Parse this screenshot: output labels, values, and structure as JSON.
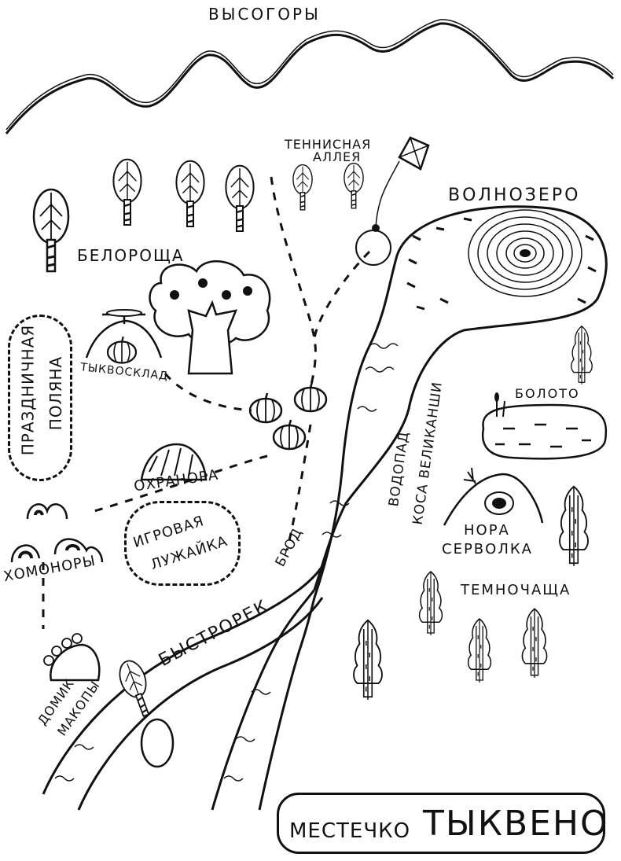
{
  "map": {
    "title_prefix": "МЕСТЕЧКО",
    "title_main": "ТЫКВЕНО",
    "labels": {
      "mountains": "ВЫСОГОРЫ",
      "tennis_line1": "ТЕННИСНАЯ",
      "tennis_line2": "АЛЛЕЯ",
      "wave_lake": "ВОЛНОЗЕРО",
      "birch_grove": "БЕЛОРОЩА",
      "festive_line1": "ПРАЗДНИЧНАЯ",
      "festive_line2": "ПОЛЯНА",
      "pumpkin_store": "ТЫКВОСКЛАД",
      "swamp": "БОЛОТО",
      "waterfall": "ВОДОПАД",
      "giants_braid": "КОСА ВЕЛИКАНШИ",
      "guard_burrow": "ОХРАНОРА",
      "playground_line1": "ИГРОВАЯ",
      "playground_line2": "ЛУЖАЙКА",
      "hamster_burrows": "ХОМОНОРЫ",
      "serval_line1": "НОРА",
      "serval_line2": "СЕРВОЛКА",
      "dark_thicket": "ТЕМНОЧАЩА",
      "ford": "БРОД",
      "fast_river": "БЫСТРОРЕК",
      "makopa_line1": "ДОМИК",
      "makopa_line2": "МАКОПЫ"
    }
  }
}
